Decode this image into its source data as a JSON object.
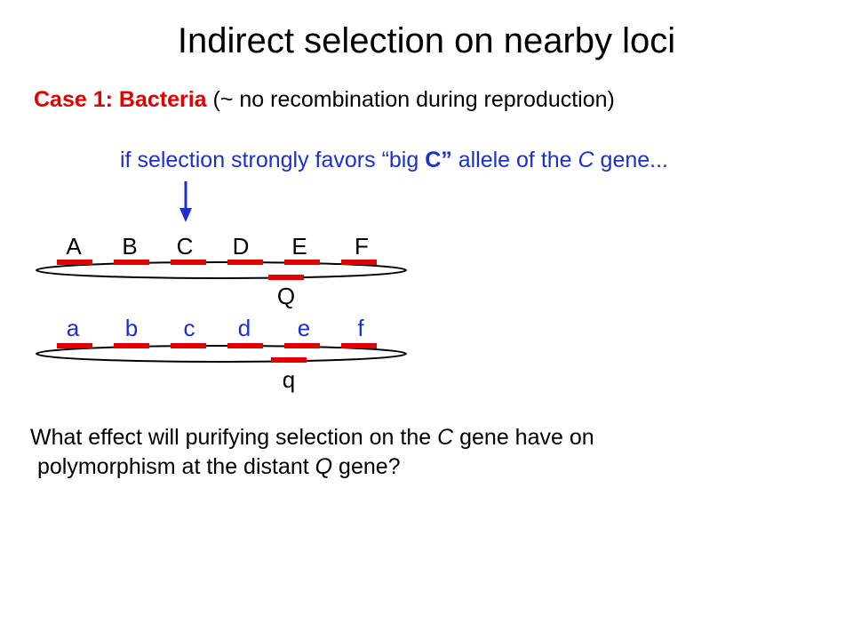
{
  "title": "Indirect selection on nearby loci",
  "case": {
    "label": "Case 1: Bacteria",
    "note": " (~ no recombination during reproduction)"
  },
  "condition": {
    "pre": "if selection strongly favors “big ",
    "bold": "C”",
    "mid": " allele of the ",
    "italic": "C",
    "post": " gene..."
  },
  "chromosome_top": {
    "loci": [
      "A",
      "B",
      "C",
      "D",
      "E",
      "F"
    ],
    "extra_locus": "Q",
    "color": "#000000"
  },
  "chromosome_bottom": {
    "loci": [
      "a",
      "b",
      "c",
      "d",
      "e",
      "f"
    ],
    "extra_locus": "q",
    "color": "#1c2fd0"
  },
  "colors": {
    "gene_bar": "#e00000",
    "arrow": "#1c2fd0",
    "chromosome": "#000000"
  },
  "question": {
    "l1_a": "What effect will purifying selection on the ",
    "l1_b": "C",
    "l1_c": " gene have on",
    "l2_a": "polymorphism at the distant ",
    "l2_b": "Q",
    "l2_c": " gene?"
  }
}
